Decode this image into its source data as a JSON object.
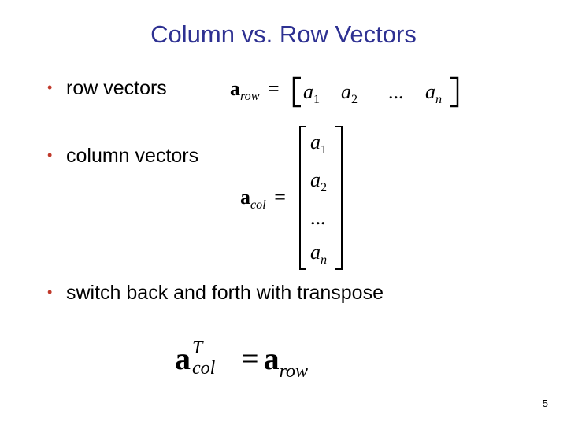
{
  "title": "Column vs. Row Vectors",
  "bullets": [
    {
      "text": "row vectors"
    },
    {
      "text": "column vectors"
    },
    {
      "text": "switch back and forth with transpose"
    }
  ],
  "math": {
    "a": "a",
    "row": "row",
    "col": "col",
    "eq": "=",
    "T": "T",
    "elem": "a",
    "idx1": "1",
    "idx2": "2",
    "idxn": "n",
    "dots": "..."
  },
  "page_number": "5"
}
